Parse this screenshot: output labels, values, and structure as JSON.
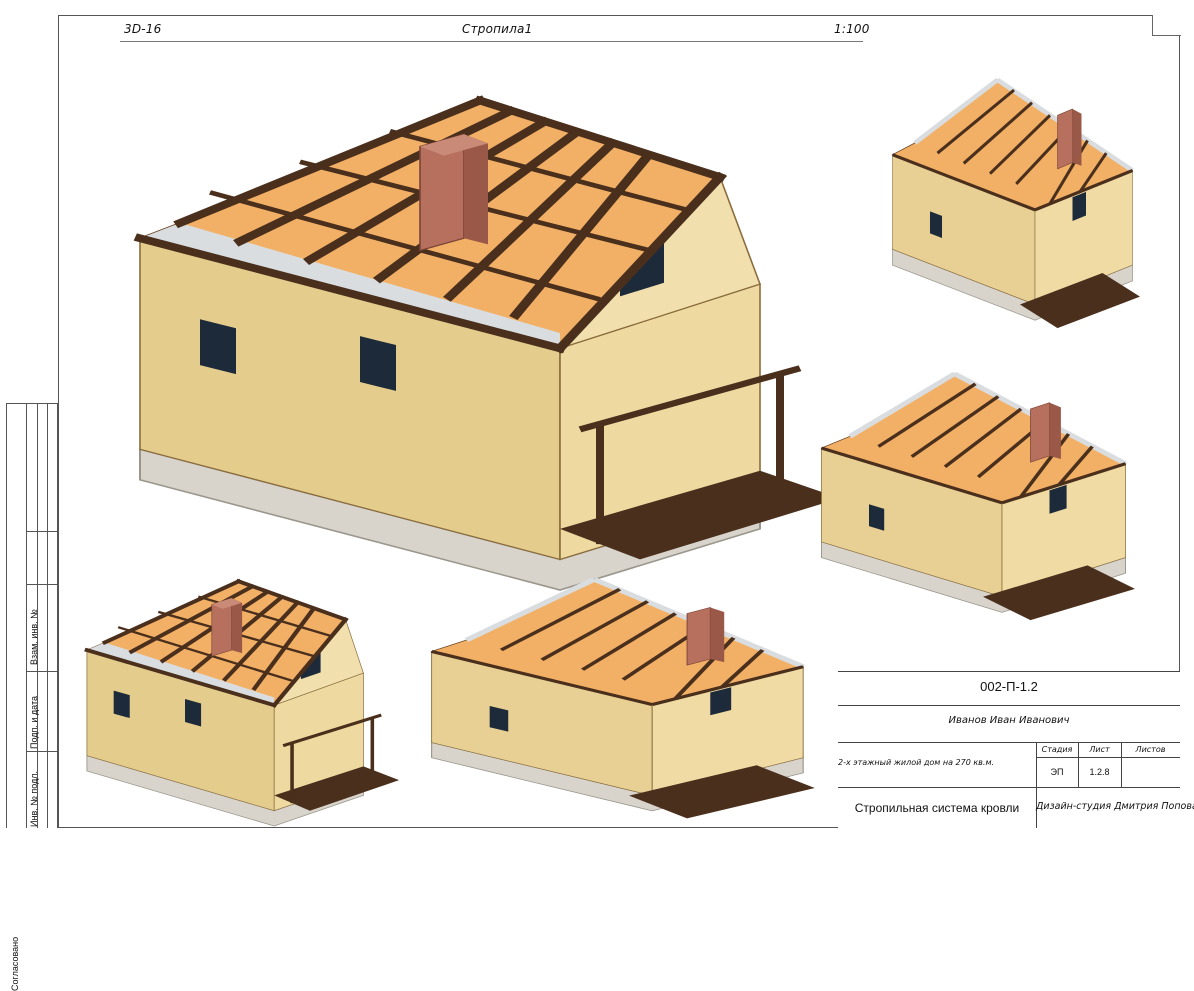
{
  "header": {
    "view_code": "3D-16",
    "view_name": "Стропила1",
    "scale": "1:100"
  },
  "side_stamp": {
    "agreed": "Согласовано",
    "replaced_inv": "Взам. инв. №",
    "sign_date": "Подп. и дата",
    "inv_no": "Инв. № подл."
  },
  "title_block": {
    "doc_code": "002-П-1.2",
    "author": "Иванов Иван Иванович",
    "project": "2-х этажный жилой дом на 270 кв.м.",
    "stage_label": "Стадия",
    "sheet_label": "Лист",
    "sheets_label": "Листов",
    "stage": "ЭП",
    "sheet": "1.2.8",
    "sheets": "",
    "drawing_title": "Стропильная система кровли",
    "studio": "Дизайн-студия Дмитрия Попова"
  },
  "colors": {
    "wall": "#eed9a0",
    "wall_shade": "#d9c080",
    "timber": "#4a2f1c",
    "insulation": "#f2b066",
    "chimney": "#b8705e",
    "plinth": "#d8d4cc",
    "window": "#1d2a3a",
    "purlin_light": "#d9dde0"
  },
  "views": [
    {
      "id": "main",
      "icon": "house-rafters-main-view"
    },
    {
      "id": "top-right",
      "icon": "house-rafters-view-2"
    },
    {
      "id": "mid-right",
      "icon": "house-rafters-view-3"
    },
    {
      "id": "bottom-left",
      "icon": "house-rafters-view-4"
    },
    {
      "id": "bottom-center",
      "icon": "house-rafters-view-5"
    }
  ]
}
